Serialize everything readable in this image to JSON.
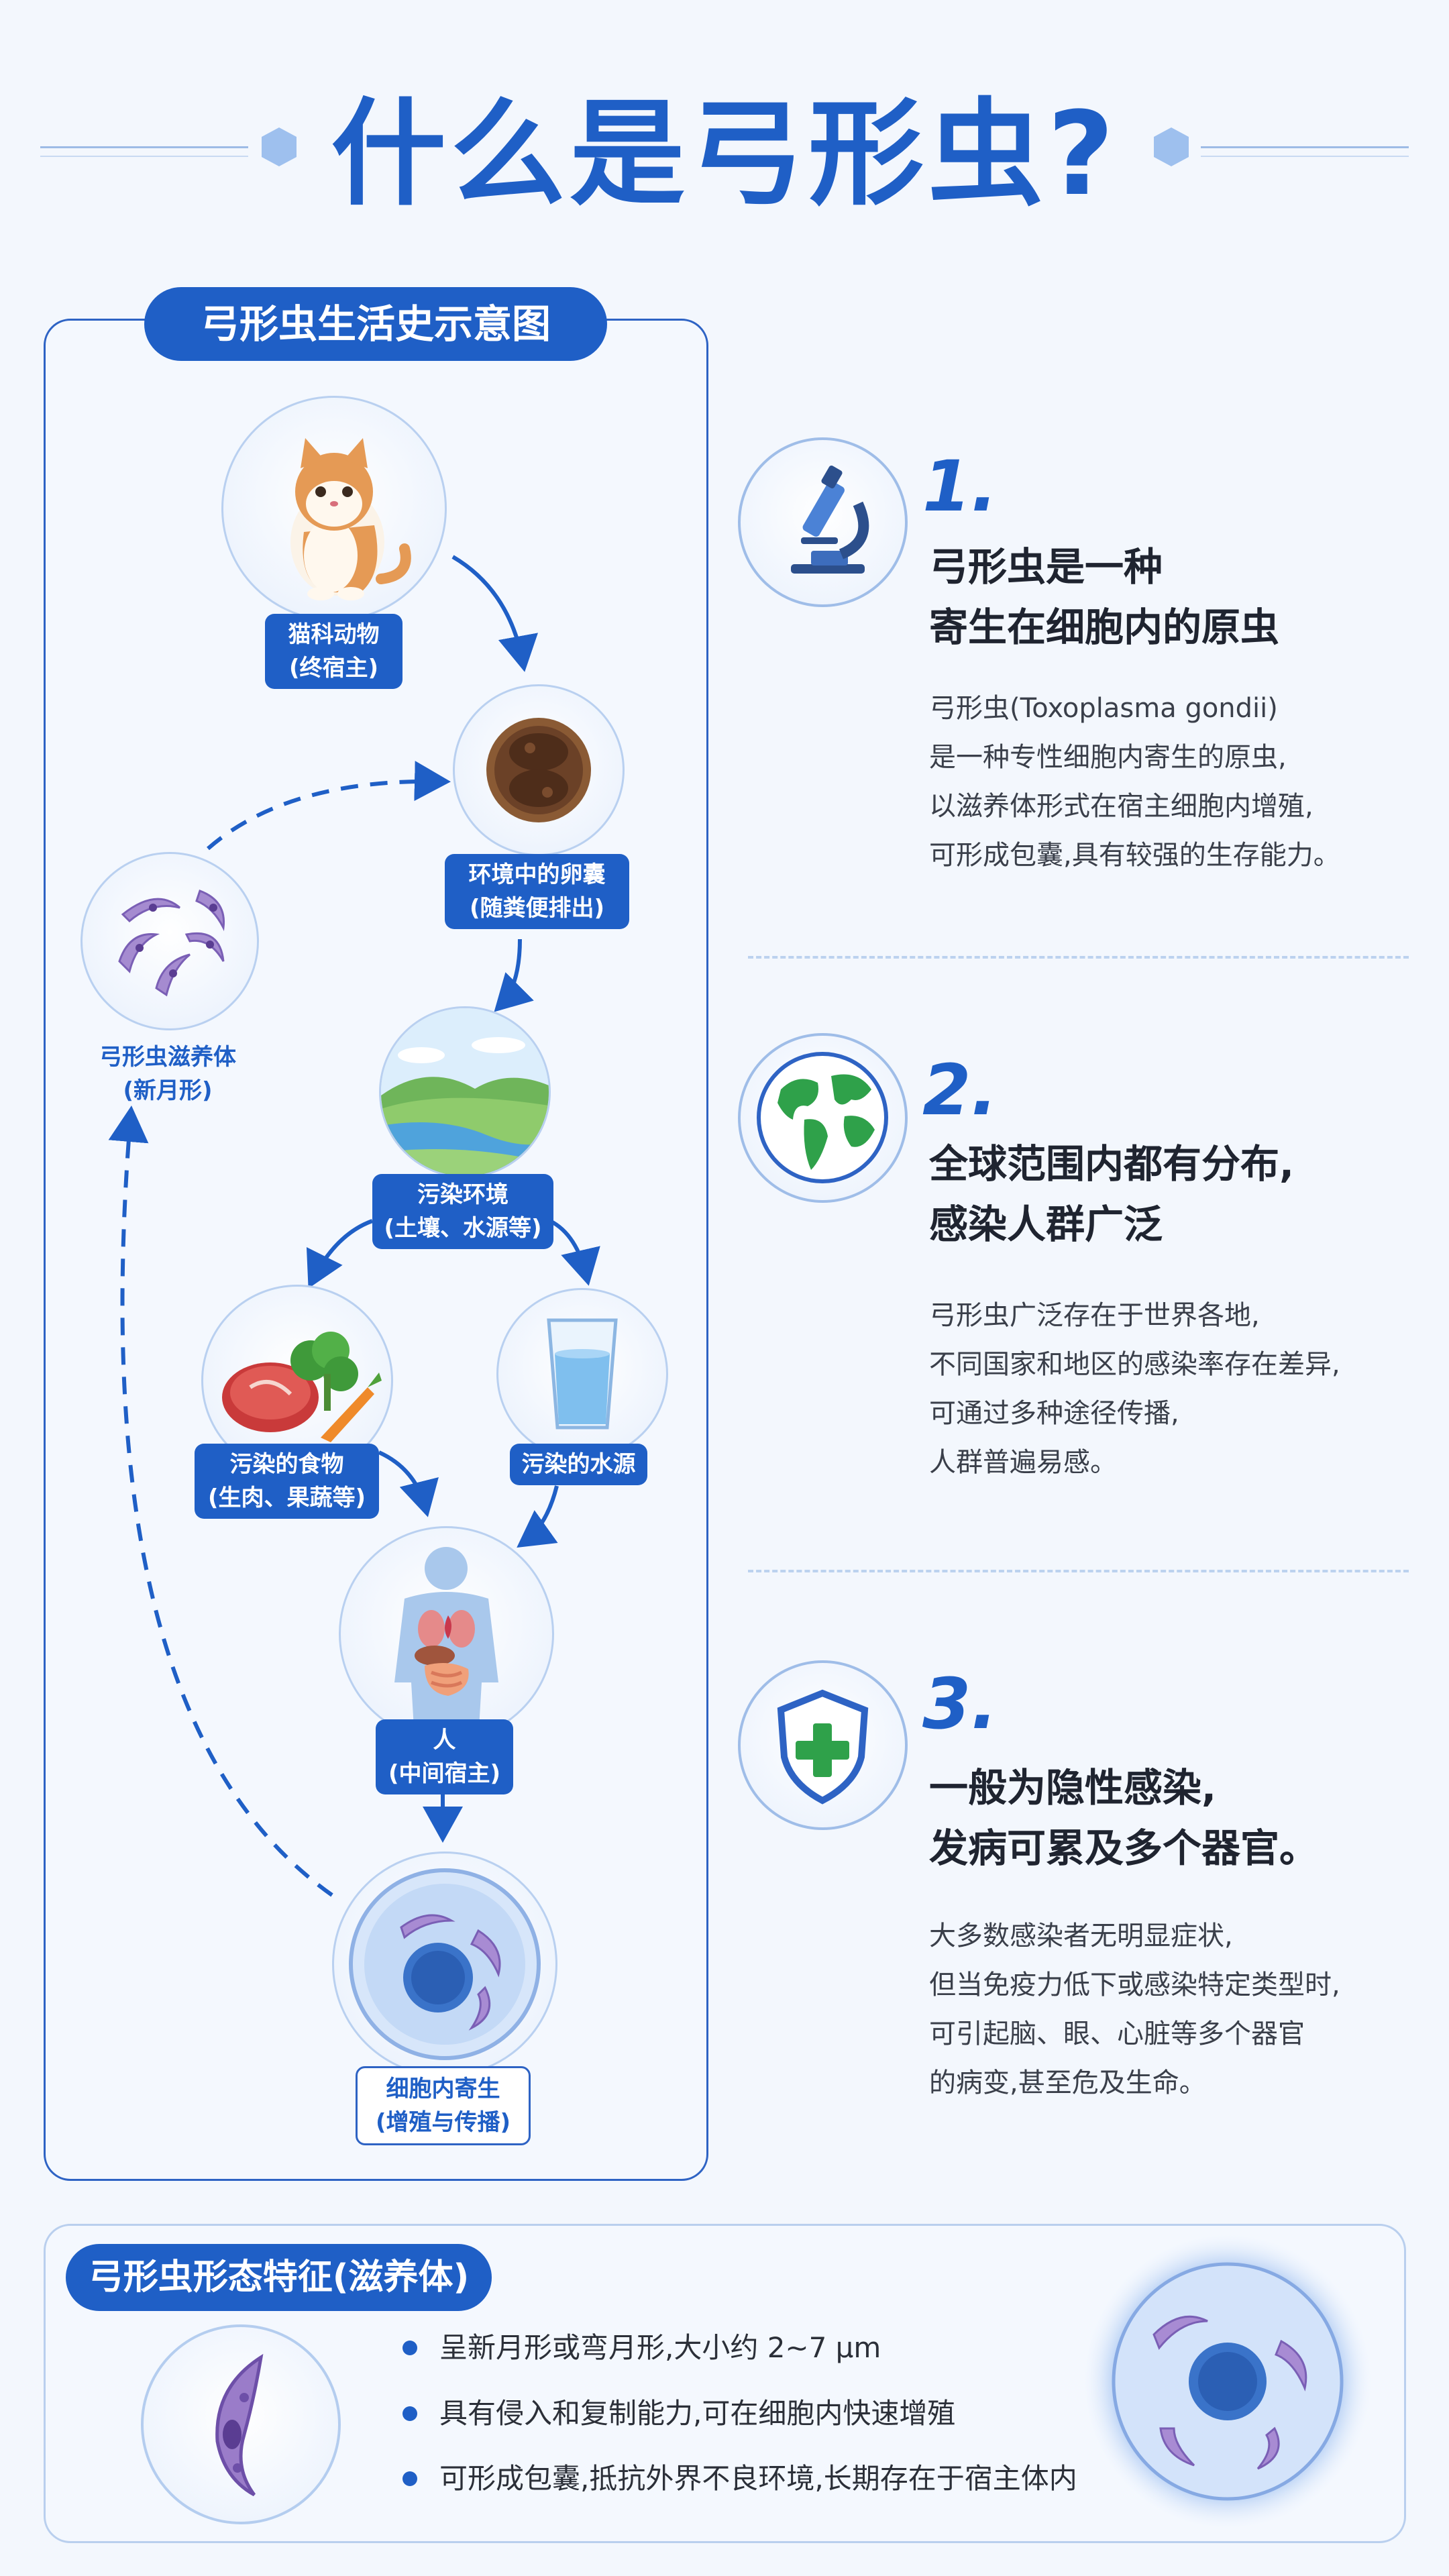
{
  "title": "什么是弓形虫?",
  "life_cycle": {
    "title": "弓形虫生活史示意图",
    "nodes": {
      "cat": [
        "猫科动物",
        "(终宿主)"
      ],
      "oocyst": [
        "环境中的卵囊",
        "(随粪便排出)"
      ],
      "tachyzoite": [
        "弓形虫滋养体",
        "(新月形)"
      ],
      "environment": [
        "污染环境",
        "(土壤、水源等)"
      ],
      "food": [
        "污染的食物",
        "(生肉、果蔬等)"
      ],
      "water": [
        "污染的水源"
      ],
      "human": [
        "人",
        "(中间宿主)"
      ],
      "intracellular": [
        "细胞内寄生",
        "(增殖与传播)"
      ]
    }
  },
  "sections": [
    {
      "number": "1.",
      "icon": "microscope-icon",
      "heading": [
        "弓形虫是一种",
        "寄生在细胞内的原虫"
      ],
      "body": [
        "弓形虫(Toxoplasma gondii)",
        "是一种专性细胞内寄生的原虫,",
        "以滋养体形式在宿主细胞内增殖,",
        "可形成包囊,具有较强的生存能力。"
      ]
    },
    {
      "number": "2.",
      "icon": "globe-icon",
      "heading": [
        "全球范围内都有分布,",
        "感染人群广泛"
      ],
      "body": [
        "弓形虫广泛存在于世界各地,",
        "不同国家和地区的感染率存在差异,",
        "可通过多种途径传播,",
        "人群普遍易感。"
      ]
    },
    {
      "number": "3.",
      "icon": "shield-cross-icon",
      "heading": [
        "一般为隐性感染,",
        "发病可累及多个器官。"
      ],
      "body": [
        "大多数感染者无明显症状,",
        "但当免疫力低下或感染特定类型时,",
        "可引起脑、眼、心脏等多个器官",
        "的病变,甚至危及生命。"
      ]
    }
  ],
  "morphology": {
    "title": "弓形虫形态特征(滋养体)",
    "bullets": [
      "呈新月形或弯月形,大小约 2~7 μm",
      "具有侵入和复制能力,可在细胞内快速增殖",
      "可形成包囊,抵抗外界不良环境,长期存在于宿主体内"
    ]
  },
  "colors": {
    "primary": "#1f5fc6",
    "panel_border": "#2e63c4",
    "background": "#f3f7fd"
  }
}
